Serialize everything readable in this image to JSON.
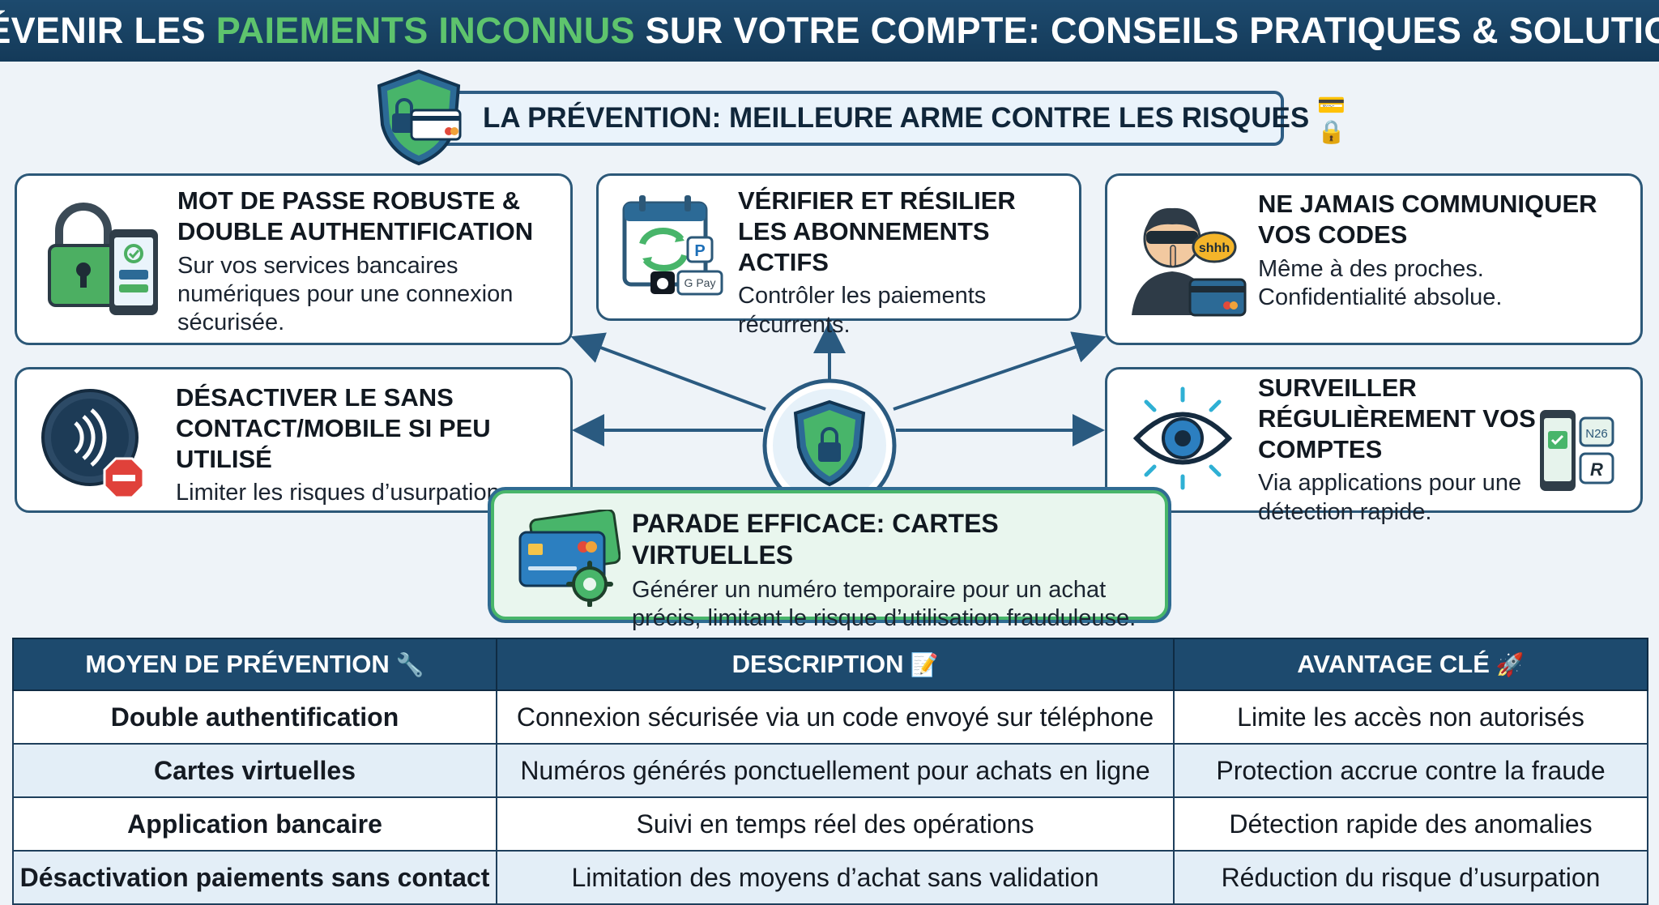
{
  "header": {
    "title_part1": "PRÉVENIR LES ",
    "title_highlight": "PAIEMENTS INCONNUS",
    "title_part2": " SUR VOTRE COMPTE: CONSEILS PRATIQUES & SOLUTIONS",
    "highlight_color": "#5ec46d",
    "background_color": "#1d4a6e"
  },
  "banner": {
    "text": "LA PRÉVENTION: MEILLEURE ARME CONTRE LES RISQUES",
    "emoji": "💳🔒",
    "icon": "shield-lock-card-icon"
  },
  "cards": {
    "mdp": {
      "title": "MOT DE PASSE ROBUSTE & DOUBLE AUTHENTIFICATION",
      "text": "Sur vos services bancaires numériques pour une connexion sécurisée.",
      "icon": "padlock-phone-icon"
    },
    "abo": {
      "title": "VÉRIFIER ET RÉSILIER LES ABONNEMENTS ACTIFS",
      "text": "Contrôler les paiements récurrents.",
      "icon": "calendar-recurring-icon",
      "badge_gpay": "G Pay"
    },
    "codes": {
      "title": "NE JAMAIS COMMUNIQUER VOS CODES",
      "text": "Même à des proches. Confidentialité absolue.",
      "icon": "hacker-shhh-icon",
      "bubble": "shhh"
    },
    "sc": {
      "title": "DÉSACTIVER LE SANS CONTACT/MOBILE SI PEU UTILISÉ",
      "text": "Limiter les risques d’usurpation.",
      "icon": "contactless-stop-icon"
    },
    "surv": {
      "title": "SURVEILLER RÉGULIÈREMENT VOS COMPTES",
      "text": "Via applications pour une détection rapide.",
      "icon": "eye-monitoring-icon",
      "app1": "N26",
      "app2": "R"
    },
    "virt": {
      "title": "PARADE EFFICACE: CARTES VIRTUELLES",
      "text": "Générer un numéro temporaire pour un achat précis, limitant le risque d’utilisation frauduleuse.",
      "icon": "virtual-card-gear-icon"
    }
  },
  "hub": {
    "icon": "central-shield-lock-icon"
  },
  "table": {
    "headers": [
      {
        "label": "MOYEN DE PRÉVENTION",
        "emoji": "🔧"
      },
      {
        "label": "DESCRIPTION",
        "emoji": "📝"
      },
      {
        "label": "AVANTAGE CLÉ",
        "emoji": "🚀"
      }
    ],
    "rows": [
      [
        "Double authentification",
        "Connexion sécurisée via un code envoyé sur téléphone",
        "Limite les accès non autorisés"
      ],
      [
        "Cartes virtuelles",
        "Numéros générés ponctuellement pour achats en ligne",
        "Protection accrue contre la fraude"
      ],
      [
        "Application bancaire",
        "Suivi en temps réel des opérations",
        "Détection rapide des anomalies"
      ],
      [
        "Désactivation paiements sans contact",
        "Limitation des moyens d’achat sans validation",
        "Réduction du risque d’usurpation"
      ]
    ]
  }
}
